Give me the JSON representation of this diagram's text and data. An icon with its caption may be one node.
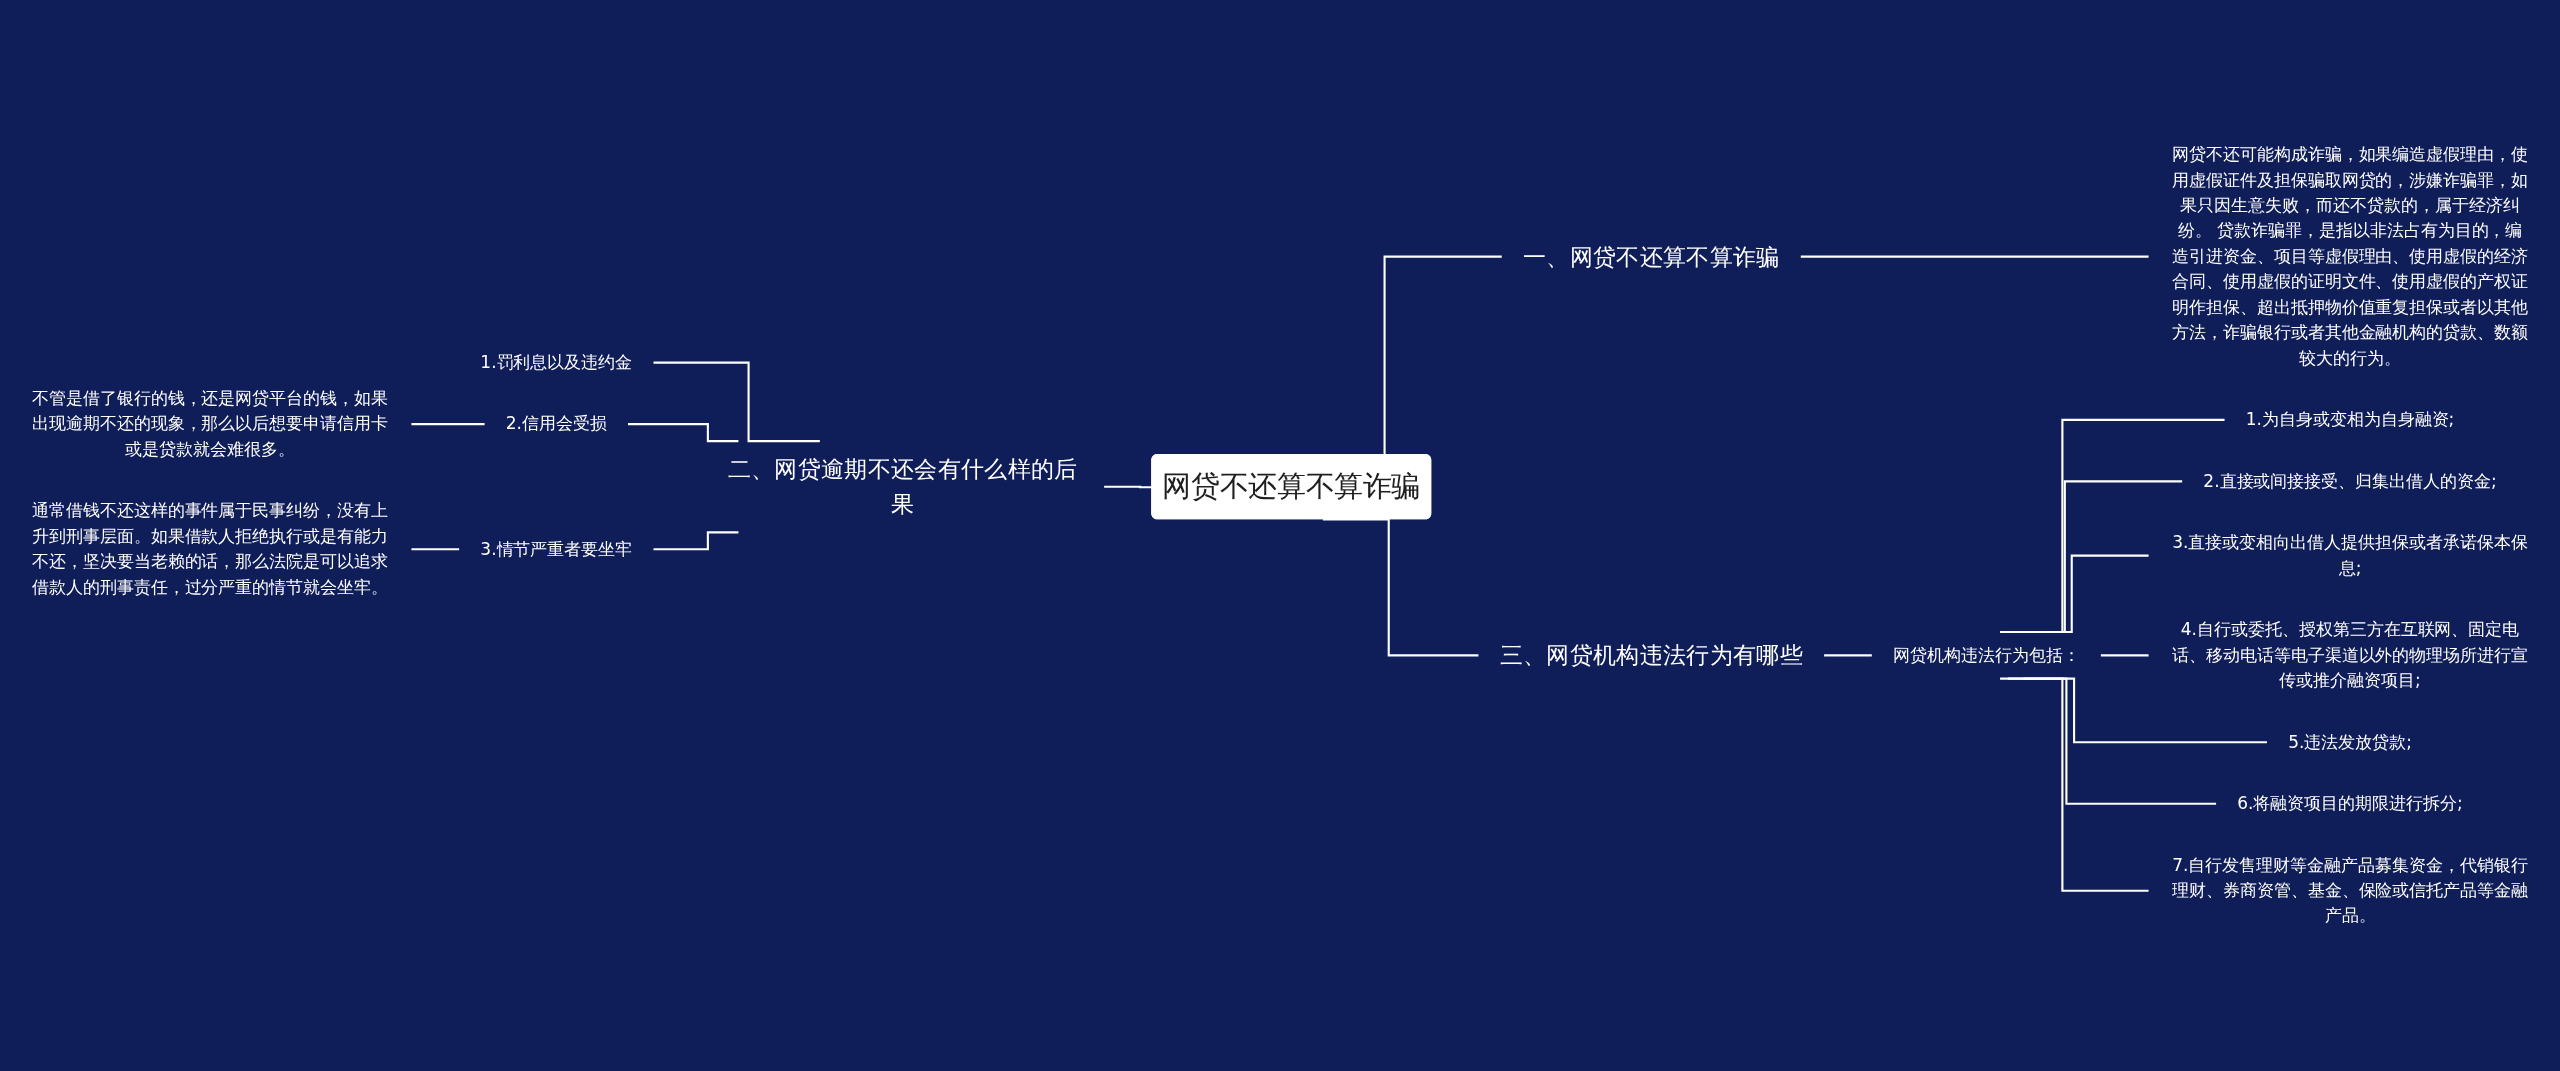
{
  "diagram": {
    "nodes": [
      {
        "text": [
          "网贷不还算不算诈骗"
        ]
      },
      {
        "text": [
          "一、网贷不还算不算诈骗"
        ]
      },
      {
        "text": [
          "网贷不还可能构成诈骗，如果编造虚假理由，使用虚假证件及担保骗取网贷的，涉嫌诈骗罪，如果只因生意失败，而还不贷款的，属于经济纠纷。 贷款诈骗罪，是指以非法占有为目的，编造引进资金、项目等虚假理由、使用虚假的经济合同、使用虚假的证明文件、使用虚假的产权证明作担保、超出抵押物价值重复担保或者以其他方法，诈骗银行或者其他金融机构的贷款、数额较大的行为。"
        ]
      },
      {
        "text": [
          "二、网贷逾期不还会有什么样的后果"
        ]
      },
      {
        "text": [
          "1.罚利息以及违约金"
        ]
      },
      {
        "text": [
          "2.信用会受损"
        ]
      },
      {
        "text": [
          "不管是借了银行的钱，还是网贷平台的钱，如果出现逾期不还的现象，那么以后想要申请信用卡或是贷款就会难很多。"
        ]
      },
      {
        "text": [
          "3.情节严重者要坐牢"
        ]
      },
      {
        "text": [
          "通常借钱不还这样的事件属于民事纠纷，没有上升到刑事层面。如果借款人拒绝执行或是有能力不还，坚决要当老赖的话，那么法院是可以追求借款人的刑事责任，过分严重的情节就会坐牢。"
        ]
      },
      {
        "text": [
          "三、网贷机构违法行为有哪些"
        ]
      },
      {
        "text": [
          "网贷机构违法行为包括："
        ]
      },
      {
        "text": [
          "1.为自身或变相为自身融资;"
        ]
      },
      {
        "text": [
          "2.直接或间接接受、归集出借人的资金;"
        ]
      },
      {
        "text": [
          "3.直接或变相向出借人提供担保或者承诺保本保息;"
        ]
      },
      {
        "text": [
          "4.自行或委托、授权第三方在互联网、固定电话、移动电话等电子渠道以外的物理场所进行宣传或推介融资项目;"
        ]
      },
      {
        "text": [
          "5.违法发放贷款;"
        ]
      },
      {
        "text": [
          "6.将融资项目的期限进行拆分;"
        ]
      },
      {
        "text": [
          "7.自行发售理财等金融产品募集资金，代销银行理财、券商资管、基金、保险或信托产品等金融产品。"
        ]
      }
    ],
    "edges": [
      {
        "from": 0,
        "to": 1,
        "arrow": "none"
      },
      {
        "from": 1,
        "to": 2,
        "arrow": "none"
      },
      {
        "from": 3,
        "to": 0,
        "arrow": "none"
      },
      {
        "from": 4,
        "to": 3,
        "arrow": "none"
      },
      {
        "from": 5,
        "to": 3,
        "arrow": "none"
      },
      {
        "from": 6,
        "to": 5,
        "arrow": "none"
      },
      {
        "from": 7,
        "to": 3,
        "arrow": "none"
      },
      {
        "from": 8,
        "to": 7,
        "arrow": "none"
      },
      {
        "from": 0,
        "to": 9,
        "arrow": "none"
      },
      {
        "from": 9,
        "to": 10,
        "arrow": "none"
      },
      {
        "from": 10,
        "to": 11,
        "arrow": "none"
      },
      {
        "from": 10,
        "to": 12,
        "arrow": "none"
      },
      {
        "from": 10,
        "to": 13,
        "arrow": "none"
      },
      {
        "from": 10,
        "to": 14,
        "arrow": "none"
      },
      {
        "from": 10,
        "to": 15,
        "arrow": "none"
      },
      {
        "from": 10,
        "to": 16,
        "arrow": "none"
      },
      {
        "from": 10,
        "to": 17,
        "arrow": "none"
      }
    ]
  }
}
